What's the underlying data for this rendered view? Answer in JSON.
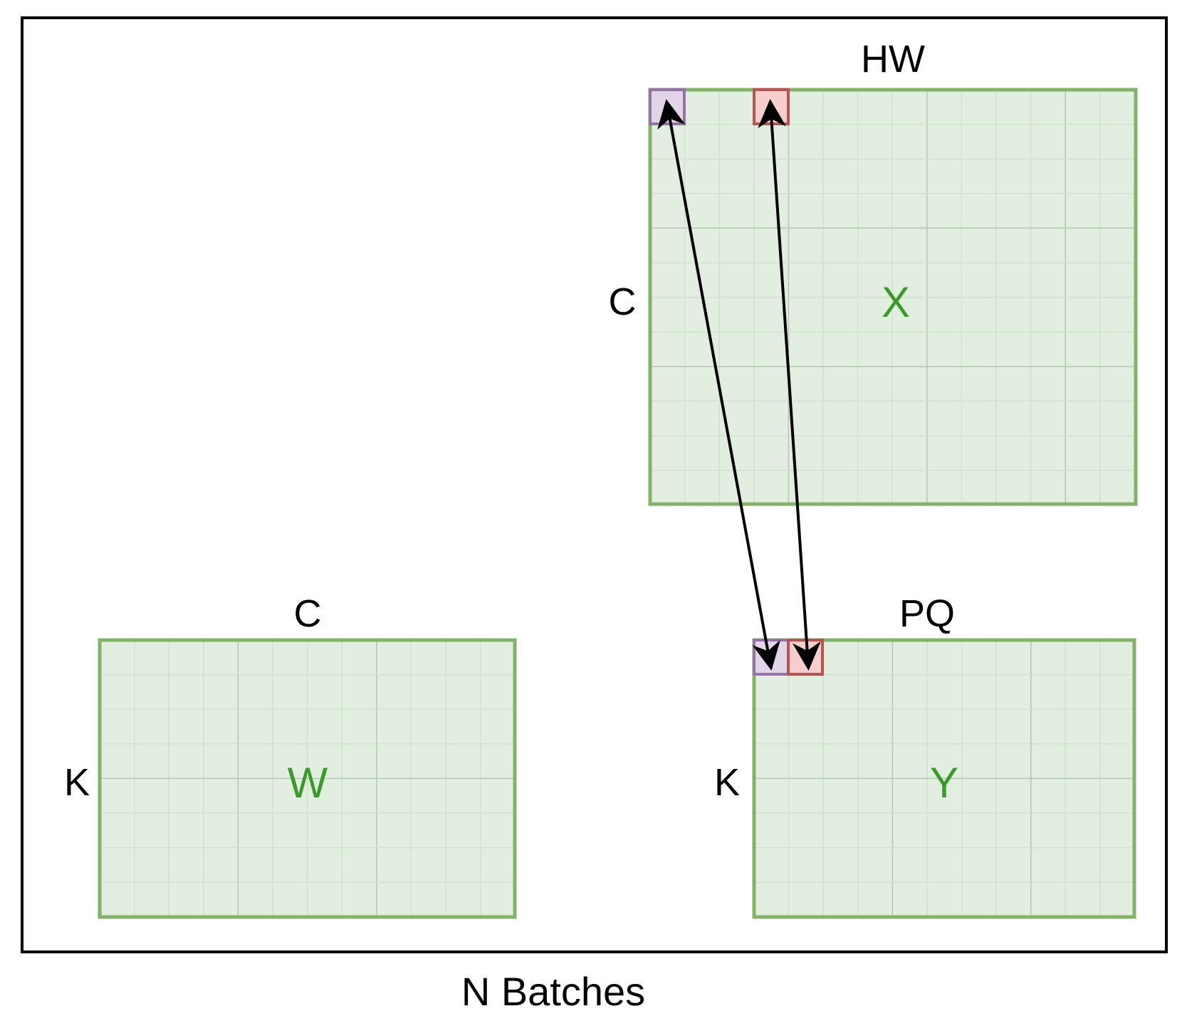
{
  "caption": "N Batches",
  "colors": {
    "frame": "#000000",
    "matrix_fill": "#e2efe0",
    "matrix_stroke": "#82b366",
    "grid_minor": "#cfe3cc",
    "grid_major": "#b3c7b0",
    "matrix_name": "#3a9a2a",
    "purple_fill": "#e1d5e7",
    "purple_stroke": "#9673a6",
    "red_fill": "#f8cecc",
    "red_stroke": "#b85450",
    "arrow": "#000000"
  },
  "matrices": {
    "x": {
      "name": "X",
      "top_label": "HW",
      "side_label": "C"
    },
    "w": {
      "name": "W",
      "top_label": "C",
      "side_label": "K"
    },
    "y": {
      "name": "Y",
      "top_label": "PQ",
      "side_label": "K"
    }
  }
}
